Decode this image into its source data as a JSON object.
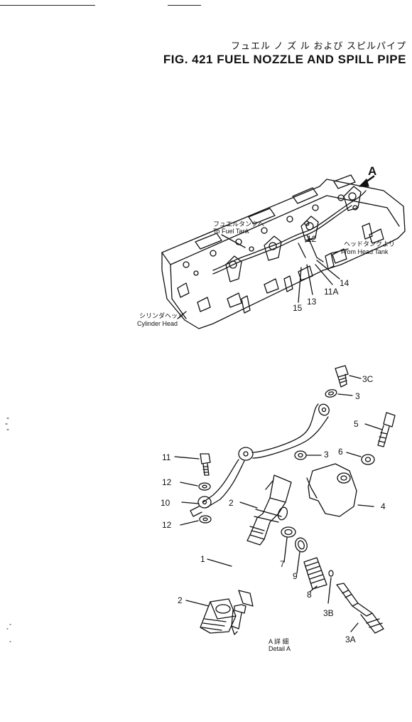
{
  "title_jp": "フュエル ノ ズ ル および スピルパイプ",
  "title_en": "FIG. 421  FUEL NOZZLE AND SPILL PIPE",
  "head_view": {
    "view_marker": "A",
    "to_fuel_tank_jp": "フュエルタンクへ",
    "to_fuel_tank_en": "To Fuel Tank",
    "from_head_tank_jp": "ヘッドタンクより",
    "from_head_tank_en": "From Head Tank",
    "cylinder_head_jp": "シリンダヘッド",
    "cylinder_head_en": "Cylinder Head",
    "callouts": [
      "12",
      "14",
      "11A",
      "13",
      "15"
    ]
  },
  "detail_view": {
    "caption_jp": "A 詳 細",
    "caption_en": "Detail A",
    "callouts": [
      "3C",
      "3",
      "5",
      "3",
      "6",
      "11",
      "12",
      "10",
      "2",
      "4",
      "12",
      "1",
      "7",
      "9",
      "8",
      "3B",
      "2",
      "3A"
    ]
  }
}
